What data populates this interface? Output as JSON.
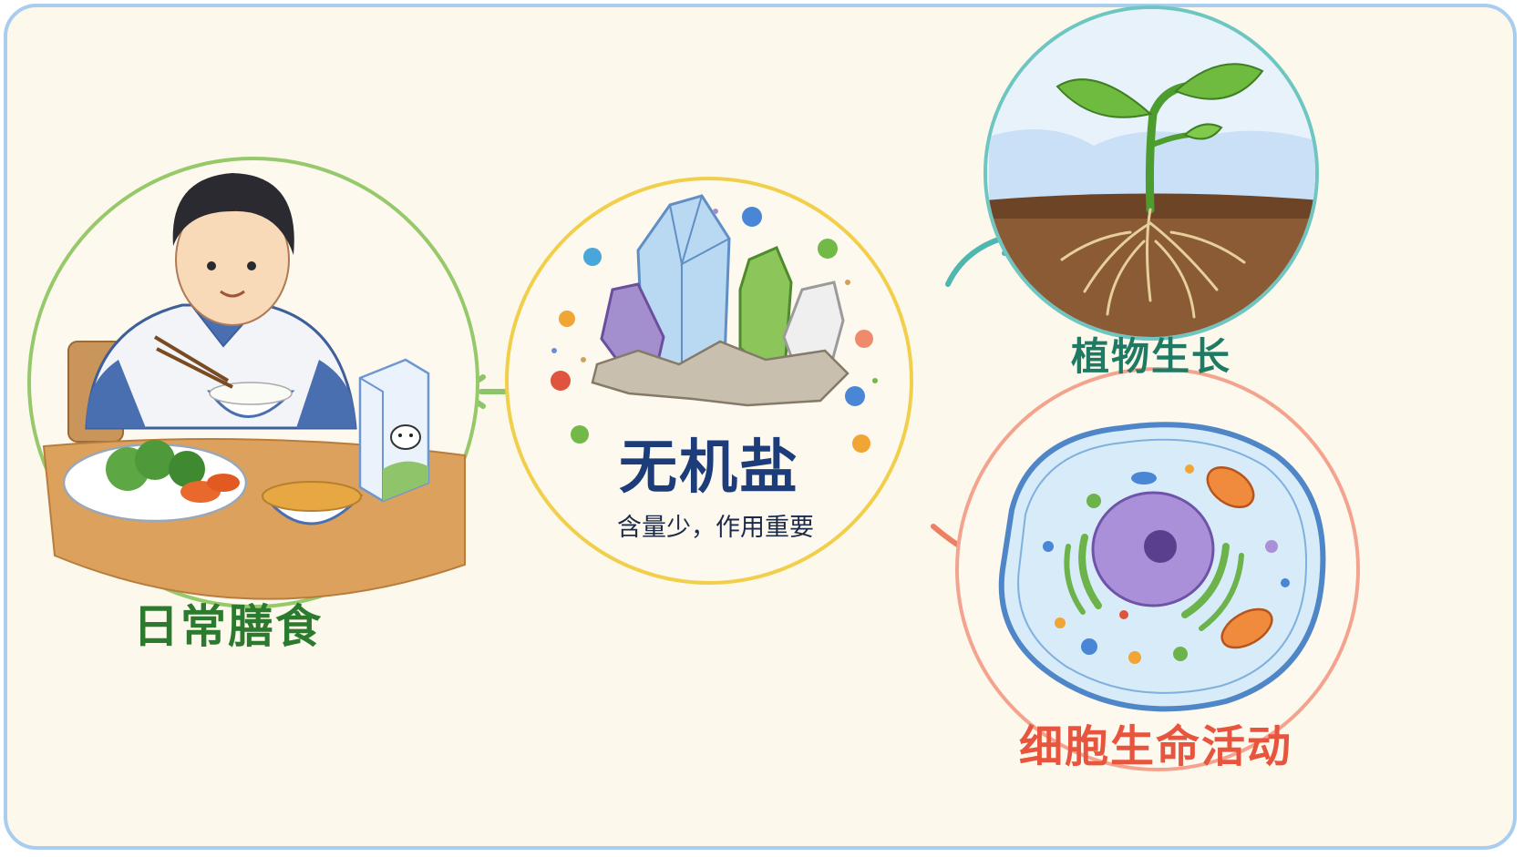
{
  "center": {
    "title": "无机盐",
    "subtitle": "含量少，作用重要"
  },
  "nodes": {
    "diet": {
      "label": "日常膳食"
    },
    "plant": {
      "label": "植物生长"
    },
    "cell": {
      "label": "细胞生命活动"
    }
  },
  "colors": {
    "frame_border": "#a9cdef",
    "background": "#fcf8ec",
    "center_ring": "#f2cf4a",
    "diet_ring": "#96c96a",
    "plant_ring": "#6ec6c2",
    "cell_ring": "#f4a48e",
    "arrow_diet": "#8cc56a",
    "arrow_plant": "#4fb7b0",
    "arrow_cell": "#ee7f63"
  }
}
